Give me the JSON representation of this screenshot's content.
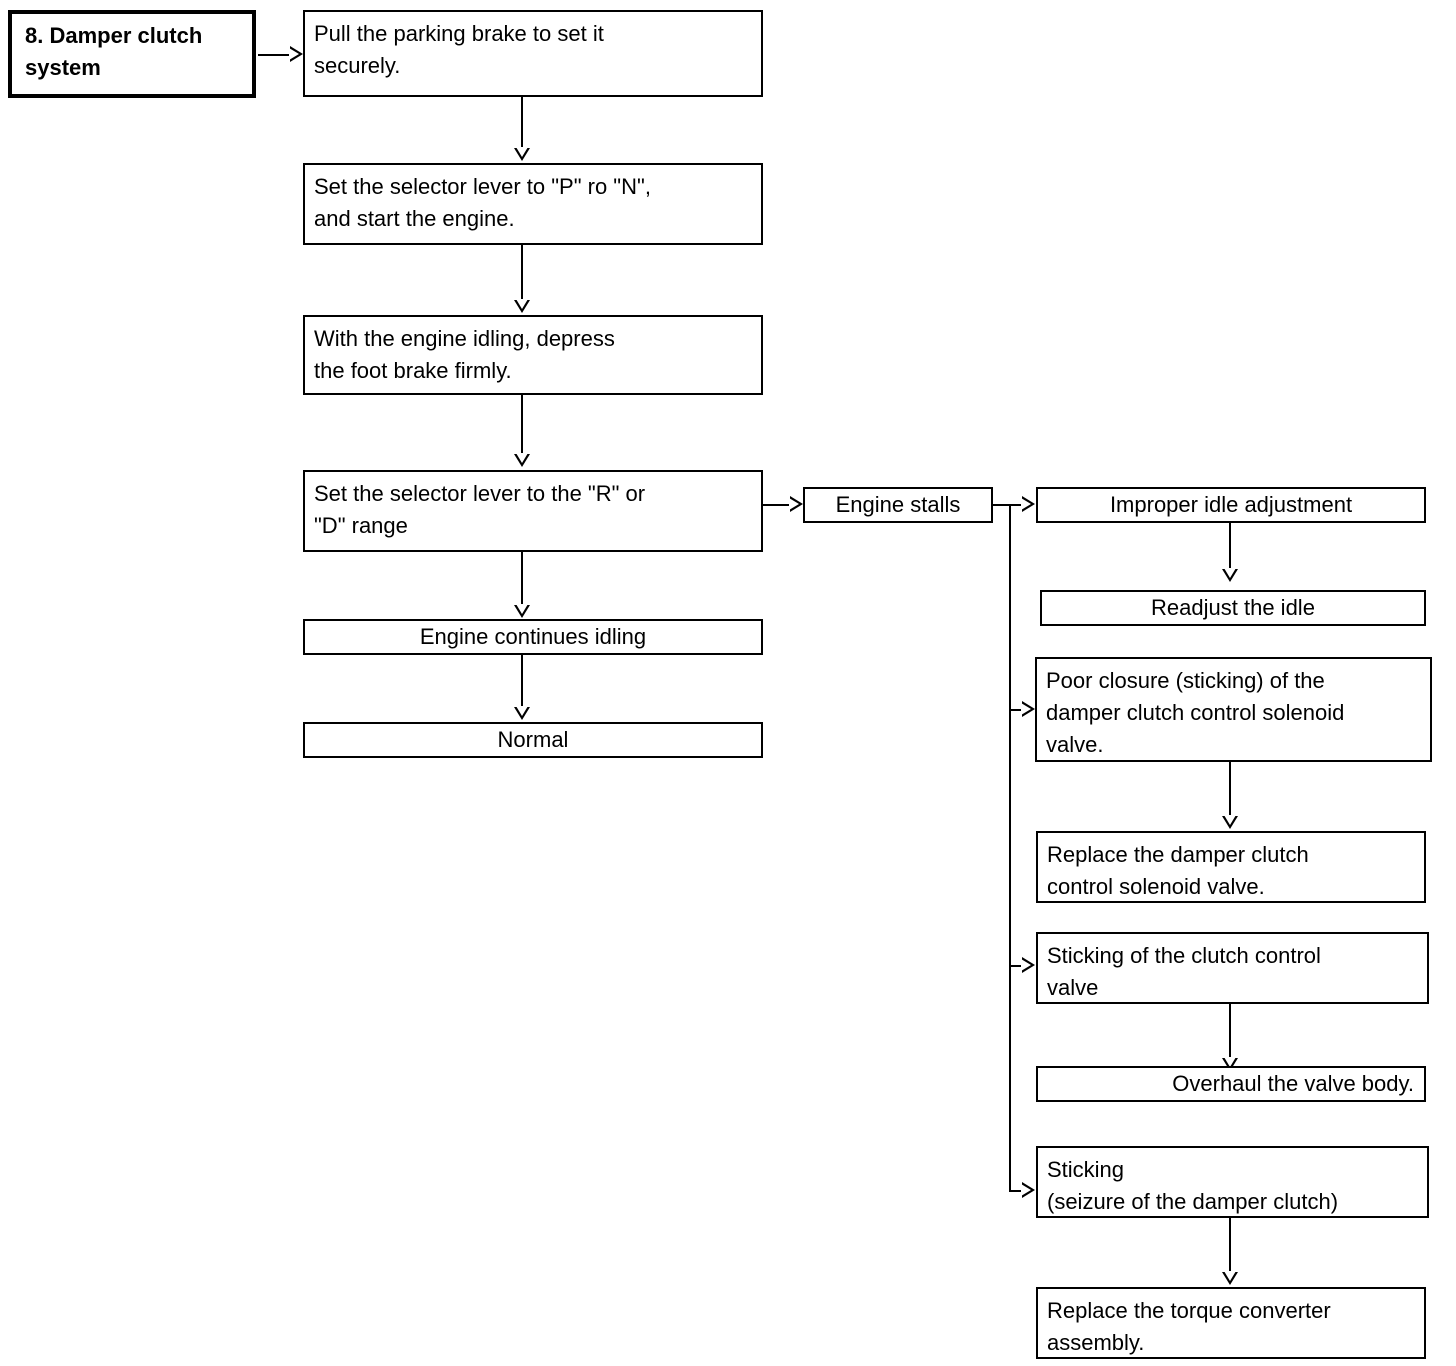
{
  "chart_data": {
    "type": "diagram",
    "title": "8. Damper clutch system",
    "subtype": "troubleshooting-flowchart",
    "nodes": [
      {
        "id": "header",
        "label": "8. Damper clutch\nsystem"
      },
      {
        "id": "step1",
        "label": "Pull the parking brake to set it\nsecurely."
      },
      {
        "id": "step2",
        "label": "Set the selector lever to \"P\" ro \"N\",\nand start the engine."
      },
      {
        "id": "step3",
        "label": "With the engine idling, depress\nthe foot brake firmly."
      },
      {
        "id": "step4",
        "label": "Set the selector lever to the \"R\" or\n\"D\" range"
      },
      {
        "id": "idling",
        "label": "Engine continues idling"
      },
      {
        "id": "normal",
        "label": "Normal"
      },
      {
        "id": "stalls",
        "label": "Engine stalls"
      },
      {
        "id": "cause1",
        "label": "Improper idle adjustment"
      },
      {
        "id": "fix1",
        "label": "Readjust the idle"
      },
      {
        "id": "cause2",
        "label": "Poor closure (sticking) of the\ndamper clutch control solenoid\nvalve."
      },
      {
        "id": "fix2",
        "label": "Replace the damper clutch\ncontrol solenoid valve."
      },
      {
        "id": "cause3",
        "label": "Sticking of the clutch control\nvalve"
      },
      {
        "id": "fix3",
        "label": "Overhaul the valve body."
      },
      {
        "id": "cause4",
        "label": "Sticking\n(seizure of the damper clutch)"
      },
      {
        "id": "fix4",
        "label": "Replace the torque converter\nassembly."
      }
    ],
    "edges": [
      {
        "from": "header",
        "to": "step1",
        "direction": "right"
      },
      {
        "from": "step1",
        "to": "step2",
        "direction": "down"
      },
      {
        "from": "step2",
        "to": "step3",
        "direction": "down"
      },
      {
        "from": "step3",
        "to": "step4",
        "direction": "down"
      },
      {
        "from": "step4",
        "to": "idling",
        "direction": "down"
      },
      {
        "from": "idling",
        "to": "normal",
        "direction": "down"
      },
      {
        "from": "step4",
        "to": "stalls",
        "direction": "right"
      },
      {
        "from": "stalls",
        "to": "cause1",
        "direction": "right"
      },
      {
        "from": "stalls",
        "to": "cause2",
        "direction": "down-right"
      },
      {
        "from": "stalls",
        "to": "cause3",
        "direction": "down-right"
      },
      {
        "from": "stalls",
        "to": "cause4",
        "direction": "down-right"
      },
      {
        "from": "cause1",
        "to": "fix1",
        "direction": "down"
      },
      {
        "from": "cause2",
        "to": "fix2",
        "direction": "down"
      },
      {
        "from": "cause3",
        "to": "fix3",
        "direction": "down"
      },
      {
        "from": "cause4",
        "to": "fix4",
        "direction": "down"
      }
    ],
    "colors": {
      "background": "#ffffff",
      "stroke": "#000000",
      "text": "#000000"
    }
  }
}
